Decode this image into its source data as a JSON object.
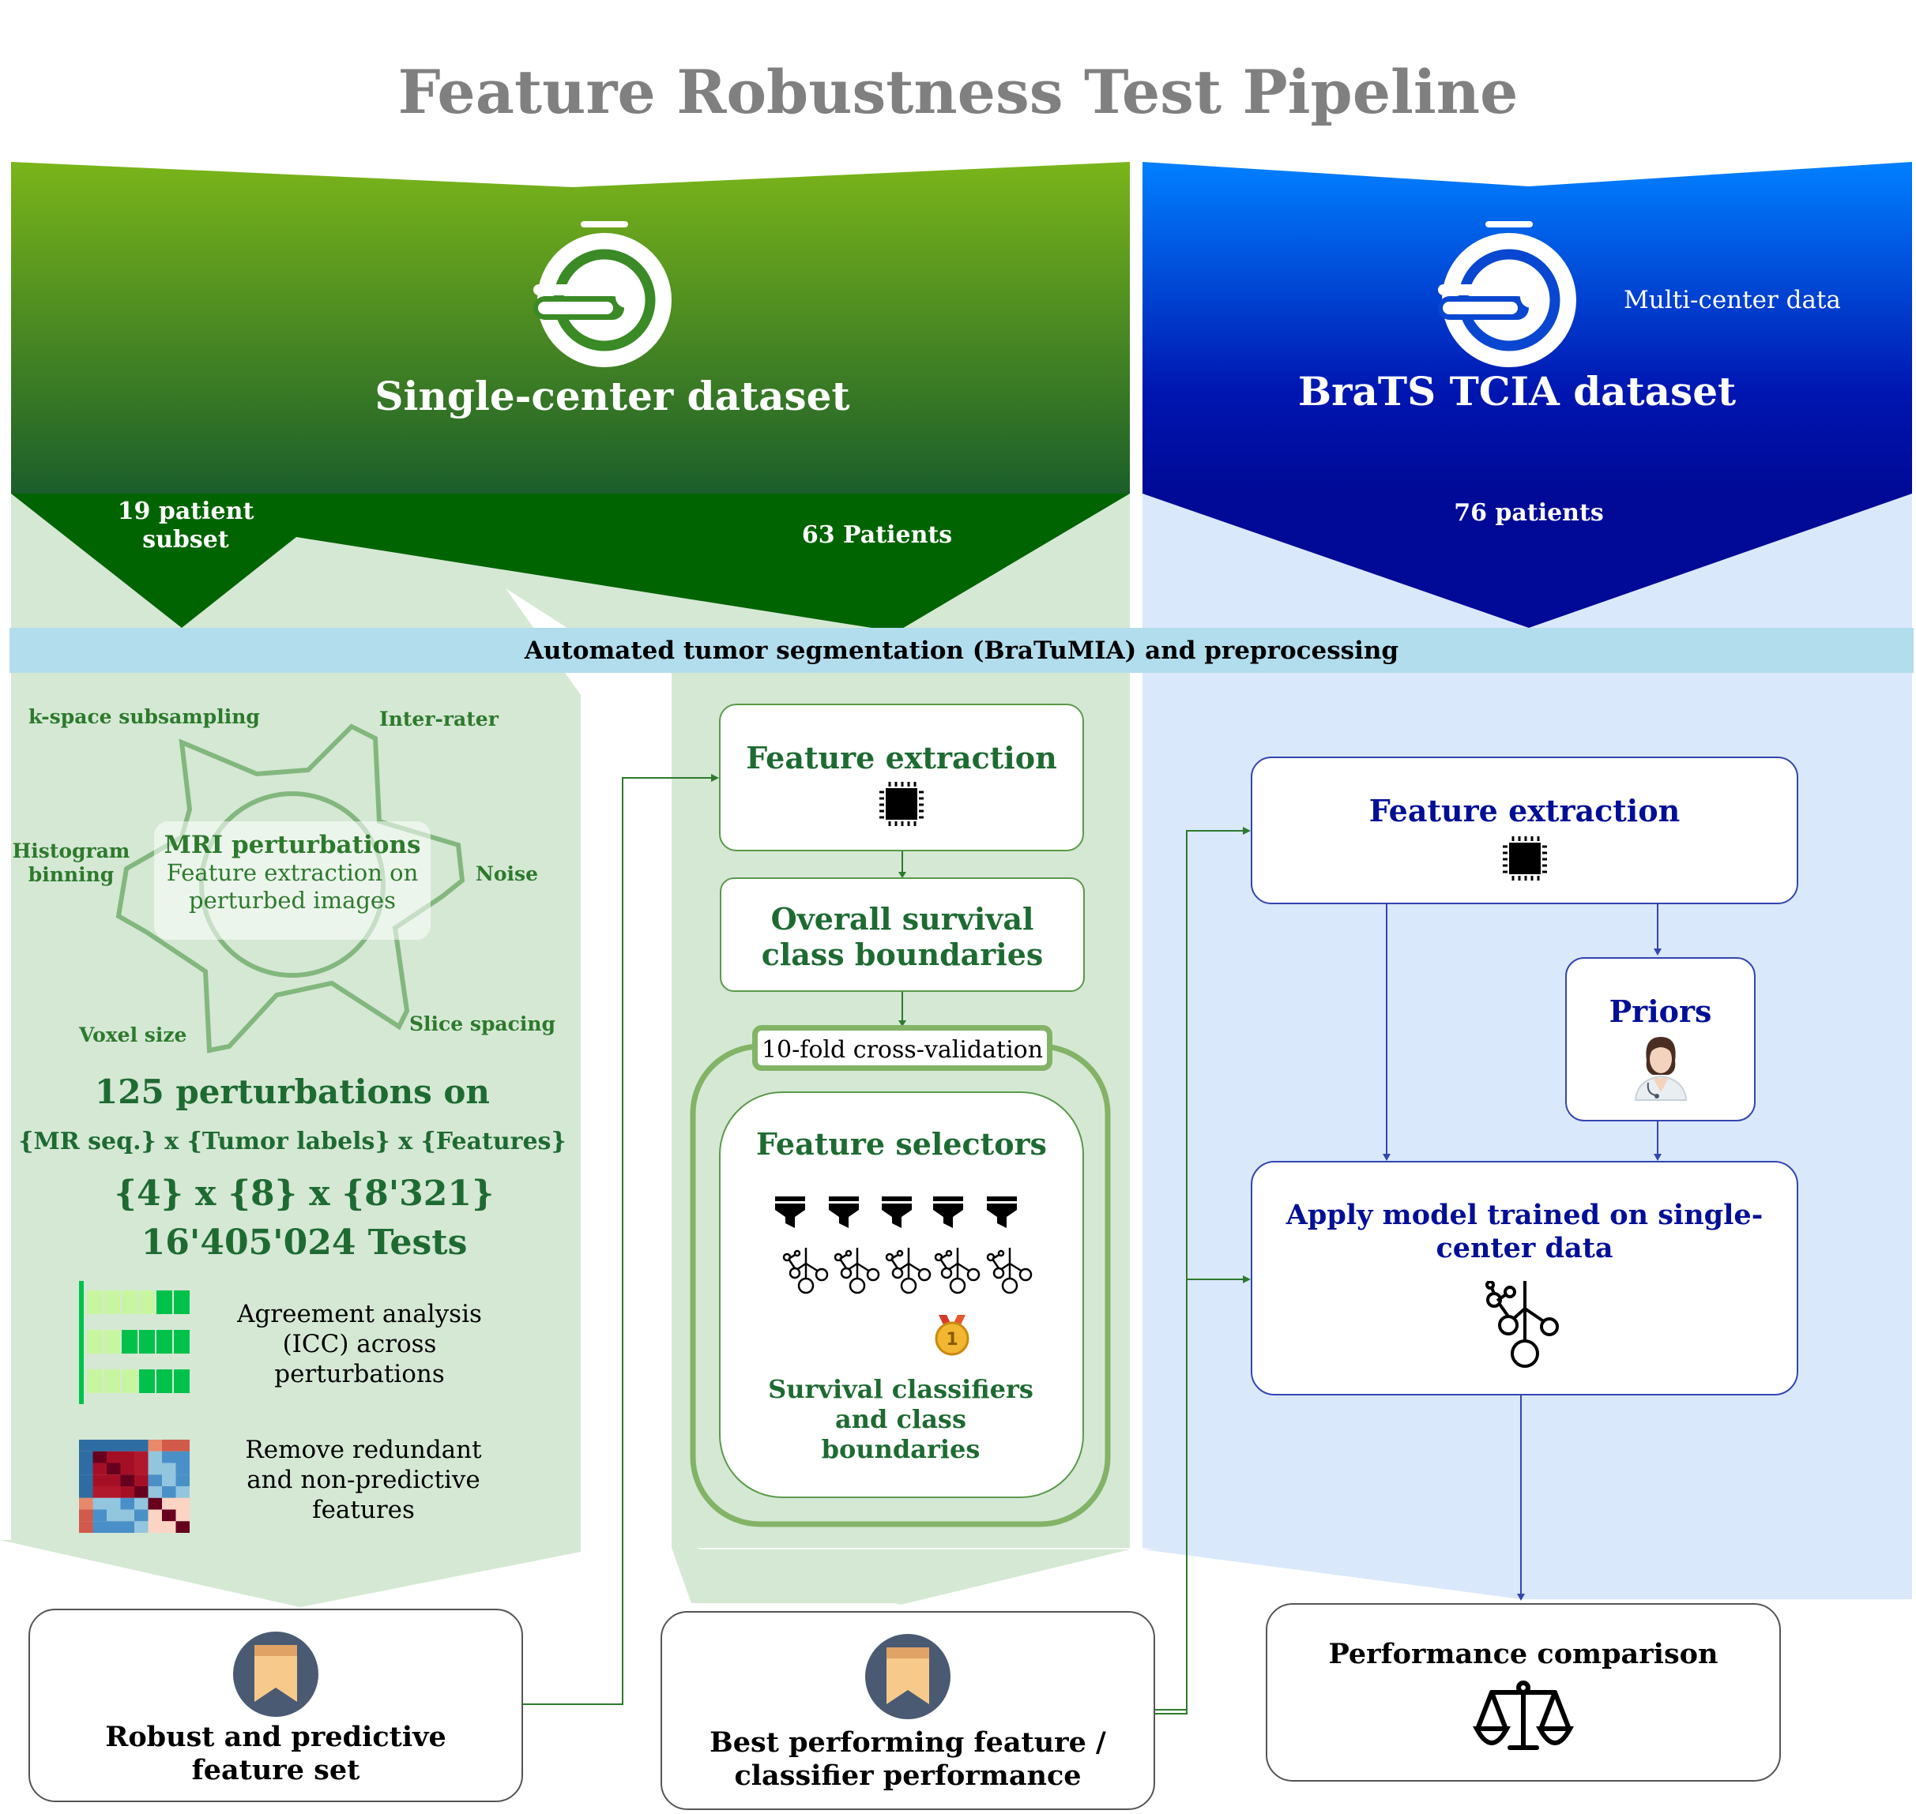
{
  "title": "Feature Robustness Test Pipeline",
  "single_center": {
    "title": "Single-center dataset",
    "subset_label": "19 patient subset",
    "patients_label": "63 Patients"
  },
  "brats": {
    "title": "BraTS TCIA dataset",
    "note": "Multi-center data",
    "patients_label": "76 patients"
  },
  "segmentation_bar": "Automated tumor segmentation (BraTuMIA) and preprocessing",
  "perturbations": {
    "labels": {
      "kspace": "k-space subsampling",
      "interrater": "Inter-rater",
      "histogram": "Histogram binning",
      "noise": "Noise",
      "voxel": "Voxel size",
      "slice": "Slice spacing"
    },
    "center_title": "MRI  perturbations",
    "center_sub": "Feature extraction on perturbed images",
    "count_line": "125 perturbations on",
    "sets_line": "{MR seq.} x {Tumor labels} x {Features}",
    "dims_line": "{4} x {8} x {8'321}",
    "tests_line": "16'405'024 Tests",
    "agreement_text": "Agreement analysis (ICC) across perturbations",
    "remove_text": "Remove redundant and non-predictive features"
  },
  "middle": {
    "feature_extraction": "Feature extraction",
    "survival_boundaries": "Overall survival class boundaries",
    "cv_label": "10-fold cross-validation",
    "selectors_title": "Feature selectors",
    "classifiers_text": "Survival classifiers and class boundaries"
  },
  "right": {
    "feature_extraction": "Feature extraction",
    "priors": "Priors",
    "apply_model": "Apply model trained on single-center data"
  },
  "outputs": {
    "robust": "Robust and predictive feature set",
    "best": "Best performing feature / classifier performance",
    "comparison": "Performance comparison"
  },
  "colors": {
    "green_dark": "#006400",
    "green_text": "#1e6b32",
    "green_light_bg": "#d5e8d4",
    "blue_dark": "#000f96",
    "blue_light_bg": "#dae8fc",
    "seg_bar": "#b1dded",
    "title_gray": "#808080"
  },
  "icons": [
    "mri-scanner-icon",
    "chip-icon",
    "funnel-icon",
    "dendrogram-icon",
    "medal-icon",
    "doctor-icon",
    "bookmark-icon",
    "scale-icon",
    "heatmap-icon",
    "icc-bars-icon",
    "gear-outline-icon"
  ]
}
